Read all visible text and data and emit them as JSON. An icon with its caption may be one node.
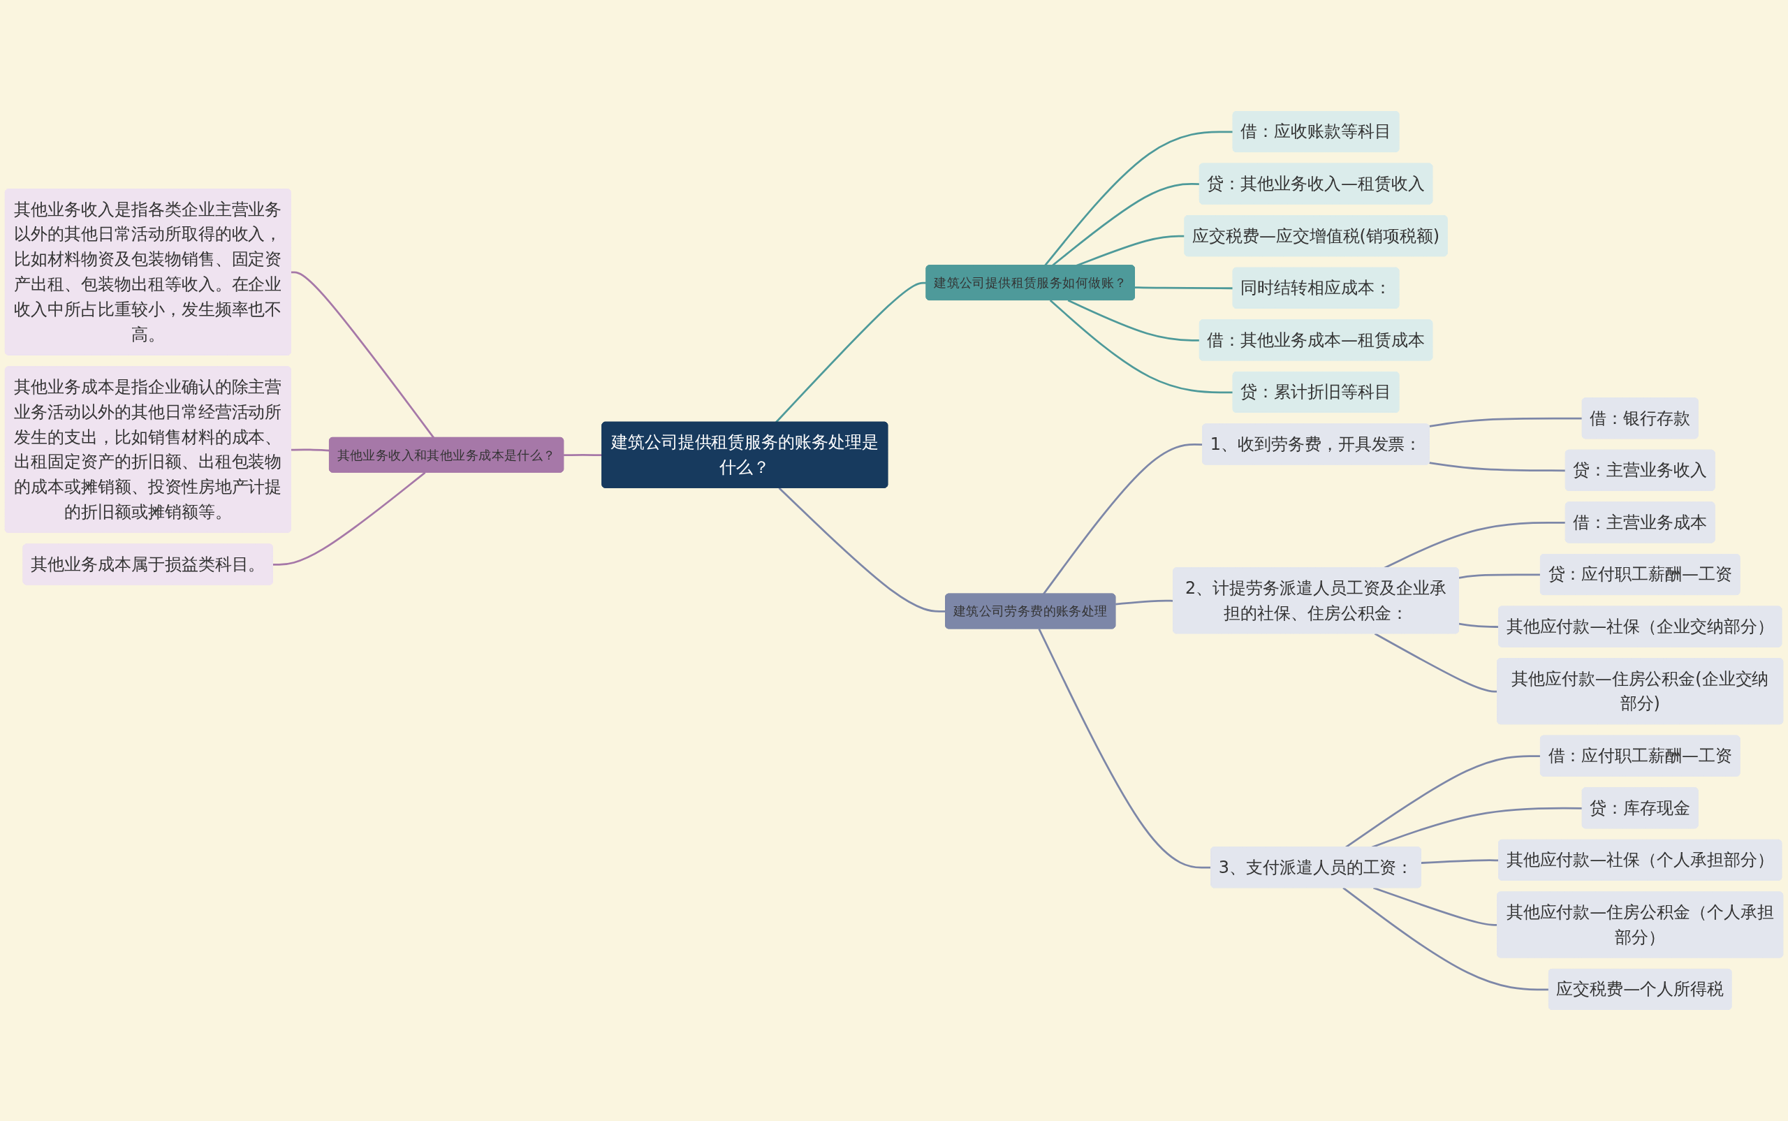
{
  "diagram": {
    "nodes": [
      {
        "text": [
          "建筑公司提供租赁服务的账务处理是什么？"
        ]
      },
      {
        "text": [
          "其他业务收入和其他业务成本是什么？"
        ]
      },
      {
        "text": [
          "其他业务收入是指各类企业主营业务以外的其他日常活动所取得的收入，比如材料物资及包装物销售、固定资产出租、包装物出租等收入。在企业收入中所占比重较小，发生频率也不高。"
        ]
      },
      {
        "text": [
          "其他业务成本是指企业确认的除主营业务活动以外的其他日常经营活动所发生的支出，比如销售材料的成本、出租固定资产的折旧额、出租包装物的成本或摊销额、投资性房地产计提的折旧额或摊销额等。"
        ]
      },
      {
        "text": [
          "其他业务成本属于损益类科目。"
        ]
      },
      {
        "text": [
          "建筑公司提供租赁服务如何做账？"
        ]
      },
      {
        "text": [
          "借：应收账款等科目"
        ]
      },
      {
        "text": [
          "贷：其他业务收入—租赁收入"
        ]
      },
      {
        "text": [
          "应交税费—应交增值税(销项税额)"
        ]
      },
      {
        "text": [
          "同时结转相应成本："
        ]
      },
      {
        "text": [
          "借：其他业务成本—租赁成本"
        ]
      },
      {
        "text": [
          "贷：累计折旧等科目"
        ]
      },
      {
        "text": [
          "建筑公司劳务费的账务处理"
        ]
      },
      {
        "text": [
          "1、收到劳务费，开具发票："
        ]
      },
      {
        "text": [
          "借：银行存款"
        ]
      },
      {
        "text": [
          "贷：主营业务收入"
        ]
      },
      {
        "text": [
          "2、计提劳务派遣人员工资及企业承担的社保、住房公积金："
        ]
      },
      {
        "text": [
          "借：主营业务成本"
        ]
      },
      {
        "text": [
          "贷：应付职工薪酬—工资"
        ]
      },
      {
        "text": [
          "其他应付款—社保（企业交纳部分）"
        ]
      },
      {
        "text": [
          "其他应付款—住房公积金(企业交纳部分)"
        ]
      },
      {
        "text": [
          "3、支付派遣人员的工资："
        ]
      },
      {
        "text": [
          "借：应付职工薪酬—工资"
        ]
      },
      {
        "text": [
          "贷：库存现金"
        ]
      },
      {
        "text": [
          "其他应付款—社保（个人承担部分）"
        ]
      },
      {
        "text": [
          "其他应付款—住房公积金（个人承担部分）"
        ]
      },
      {
        "text": [
          "应交税费—个人所得税"
        ]
      }
    ],
    "edges": [
      {
        "from": 1,
        "to": 0,
        "arrow": "none",
        "color": "#a678a8"
      },
      {
        "from": 2,
        "to": 1,
        "arrow": "none",
        "color": "#a678a8"
      },
      {
        "from": 3,
        "to": 1,
        "arrow": "none",
        "color": "#a678a8"
      },
      {
        "from": 4,
        "to": 1,
        "arrow": "none",
        "color": "#a678a8"
      },
      {
        "from": 0,
        "to": 5,
        "arrow": "none",
        "color": "#4e9a9a"
      },
      {
        "from": 5,
        "to": 6,
        "arrow": "none",
        "color": "#4e9a9a"
      },
      {
        "from": 5,
        "to": 7,
        "arrow": "none",
        "color": "#4e9a9a"
      },
      {
        "from": 5,
        "to": 8,
        "arrow": "none",
        "color": "#4e9a9a"
      },
      {
        "from": 5,
        "to": 9,
        "arrow": "none",
        "color": "#4e9a9a"
      },
      {
        "from": 5,
        "to": 10,
        "arrow": "none",
        "color": "#4e9a9a"
      },
      {
        "from": 5,
        "to": 11,
        "arrow": "none",
        "color": "#4e9a9a"
      },
      {
        "from": 0,
        "to": 12,
        "arrow": "none"
      },
      {
        "from": 12,
        "to": 13,
        "arrow": "none"
      },
      {
        "from": 13,
        "to": 14,
        "arrow": "none"
      },
      {
        "from": 13,
        "to": 15,
        "arrow": "none"
      },
      {
        "from": 12,
        "to": 16,
        "arrow": "none"
      },
      {
        "from": 16,
        "to": 17,
        "arrow": "none"
      },
      {
        "from": 16,
        "to": 18,
        "arrow": "none"
      },
      {
        "from": 16,
        "to": 19,
        "arrow": "none"
      },
      {
        "from": 16,
        "to": 20,
        "arrow": "none"
      },
      {
        "from": 12,
        "to": 21,
        "arrow": "none"
      },
      {
        "from": 21,
        "to": 22,
        "arrow": "none"
      },
      {
        "from": 21,
        "to": 23,
        "arrow": "none"
      },
      {
        "from": 21,
        "to": 24,
        "arrow": "none"
      },
      {
        "from": 21,
        "to": 25,
        "arrow": "none"
      },
      {
        "from": 21,
        "to": 26,
        "arrow": "none"
      }
    ]
  }
}
